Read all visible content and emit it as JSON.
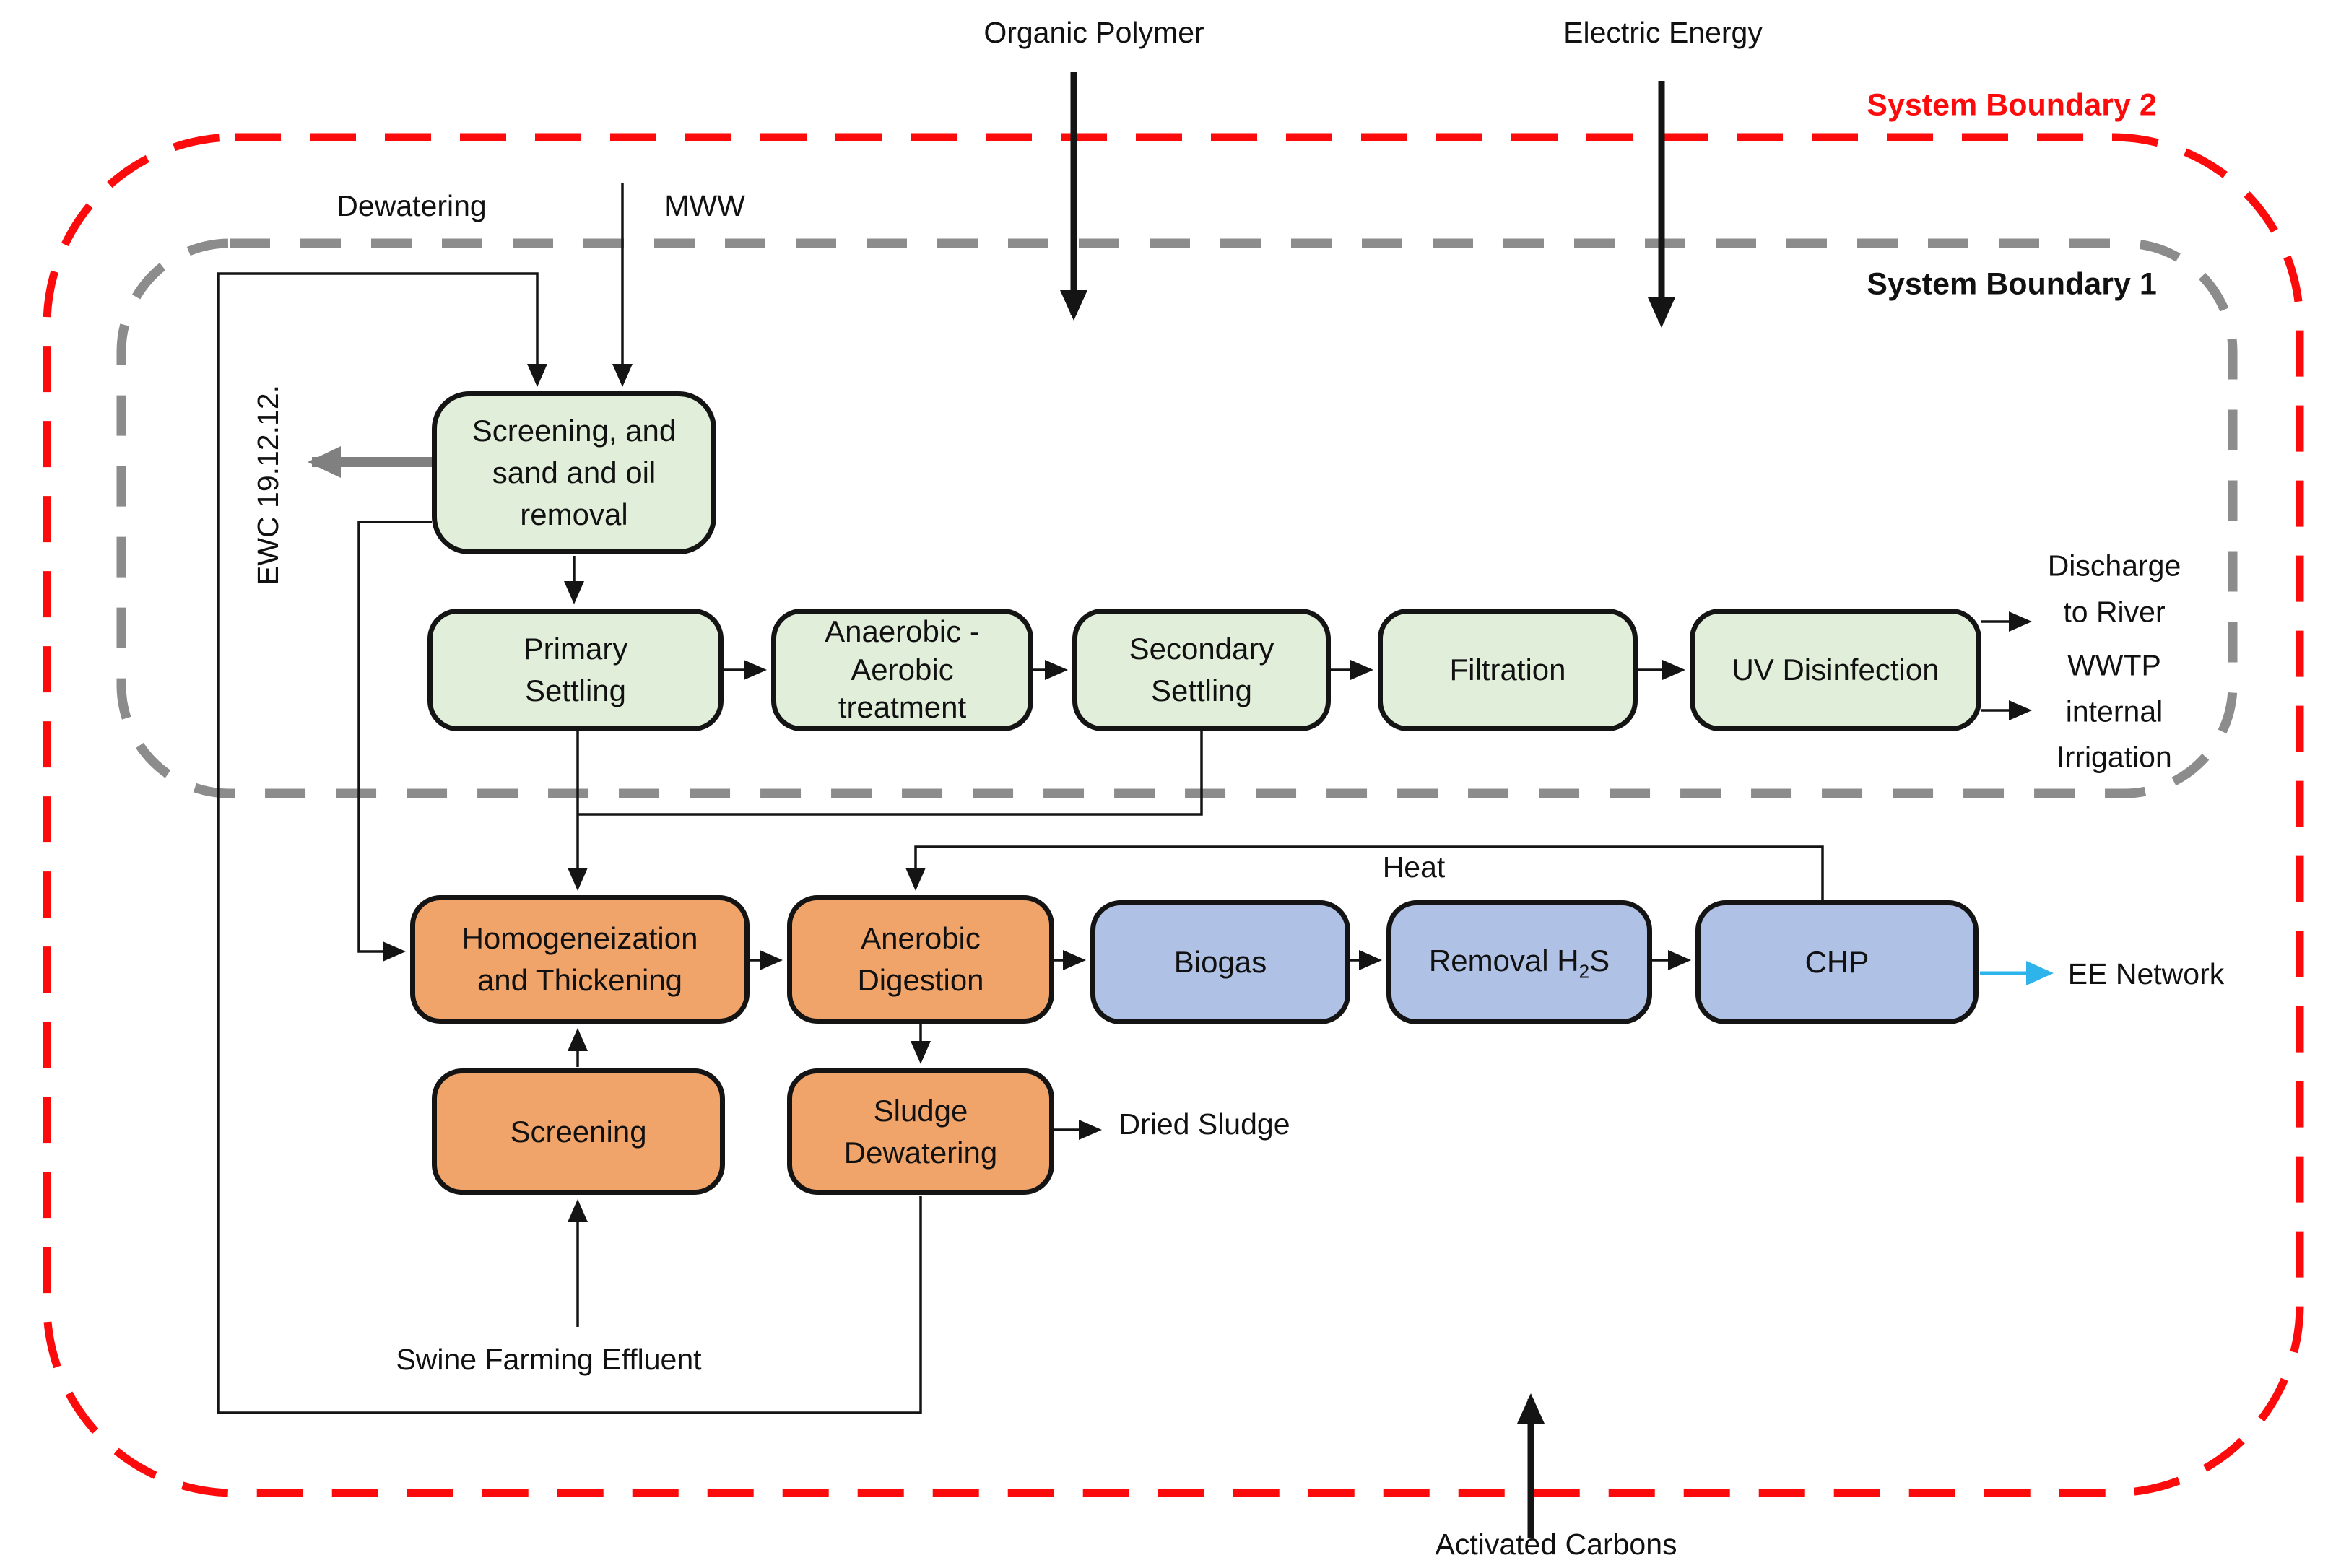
{
  "diagram": {
    "type": "process-flow",
    "subject": "wastewater treatment plant with sludge digestion and energy recovery"
  },
  "boundaries": {
    "system_boundary_2": "System Boundary 2",
    "system_boundary_1": "System Boundary 1"
  },
  "inputs": {
    "organic_polymer": "Organic Polymer",
    "electric_energy": "Electric Energy",
    "mww": "MWW",
    "swine_effluent": "Swine Farming  Effluent",
    "activated_carbons": "Activated Carbons"
  },
  "outputs": {
    "ewc": "EWC 19.12.12.",
    "discharge": "Discharge\nto River",
    "wwtp_irrigation": "WWTP\ninternal\nIrrigation",
    "dried_sludge": "Dried Sludge",
    "ee_network": "EE Network"
  },
  "flows": {
    "dewatering": "Dewatering",
    "heat": "Heat"
  },
  "boxes": {
    "screening_sand_oil": "Screening, and\nsand and oil\nremoval",
    "primary_settling": "Primary\nSettling",
    "anaerobic_aerobic": "Anaerobic -\nAerobic\ntreatment",
    "secondary_settling": "Secondary\nSettling",
    "filtration": "Filtration",
    "uv_disinfection": "UV Disinfection",
    "homogeneization": "Homogeneization\nand Thickening",
    "anerobic_digestion": "Anerobic\nDigestion",
    "screening2": "Screening",
    "sludge_dewatering": "Sludge\nDewatering",
    "biogas": "Biogas",
    "removal_h2s": {
      "pre": "Removal H",
      "sub": "2",
      "post": "S"
    },
    "chp": "CHP"
  },
  "colors": {
    "boundary2_red": "#fb0b0b",
    "boundary1_gray": "#8c8c8c",
    "process_green": "#e1eeda",
    "process_orange": "#f1a46a",
    "process_blue": "#afc1e5",
    "ee_arrow_cyan": "#2eb3ea",
    "ewc_arrow_gray": "#808080"
  }
}
